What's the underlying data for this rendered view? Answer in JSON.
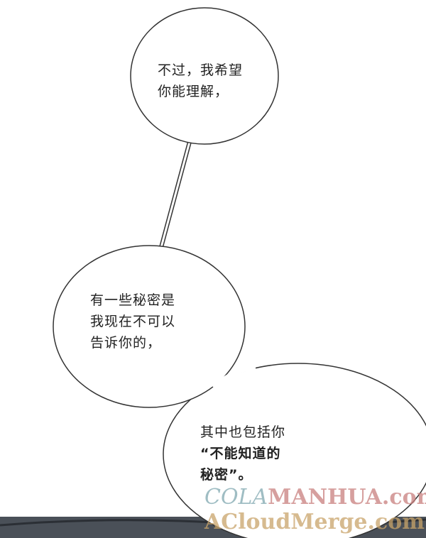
{
  "bubbles": [
    {
      "lines": [
        "不过，我希望",
        "你能理解，"
      ]
    },
    {
      "lines": [
        "有一些秘密是",
        "我现在不可以",
        "告诉你的，"
      ]
    },
    {
      "lines": [
        "其中也包括你",
        "“不能知道的",
        "秘密”。"
      ]
    }
  ],
  "watermark": {
    "part1": "COLA",
    "part2": "MANHUA.com",
    "line2": "ACloudMerge.com"
  },
  "colors": {
    "bubble_stroke": "#333333",
    "panel_dark": "#4a5058"
  }
}
